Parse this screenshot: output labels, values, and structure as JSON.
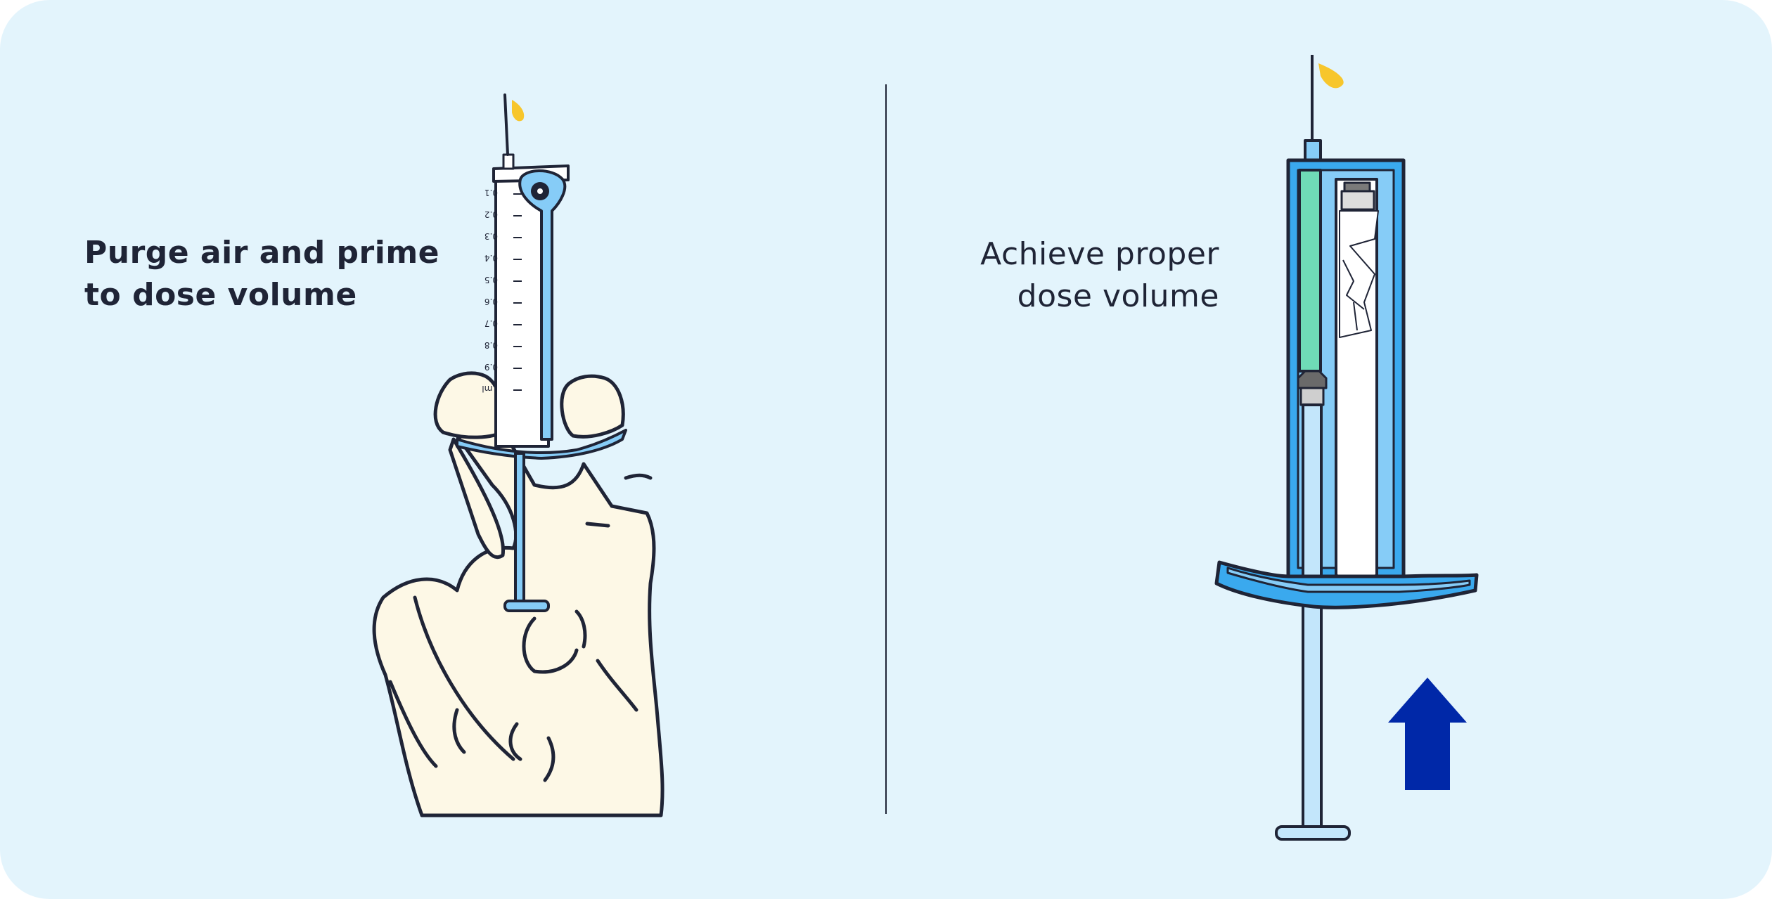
{
  "left_step": {
    "line1": "Purge air and prime",
    "line2": "to dose volume"
  },
  "right_step": {
    "line1": "Achieve proper",
    "line2": "dose volume"
  },
  "syringe_scale": {
    "labels": [
      "0.1",
      "0.2",
      "0.3",
      "0.4",
      "0.5",
      "0.6",
      "0.7",
      "0.8",
      "0.9",
      "1ml"
    ]
  },
  "colors": {
    "background": "#e3f4fc",
    "outline": "#1f2436",
    "syringe_blue": "#86ccf7",
    "syringe_dark_blue": "#3aa9ee",
    "liquid_green": "#6fdbb7",
    "glove": "#fdf8e6",
    "droplet": "#f7c62c",
    "arrow": "#0028a8"
  }
}
